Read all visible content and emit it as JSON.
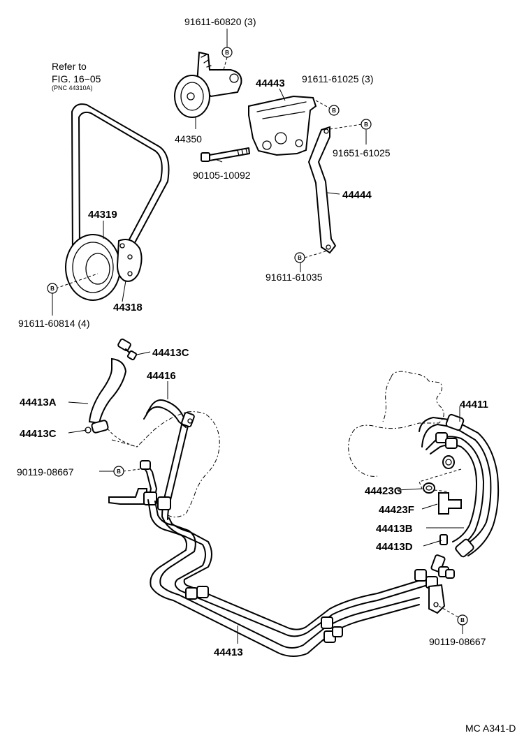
{
  "labels": {
    "bolt_60820": "91611-60820 (3)",
    "refer_line1": "Refer to",
    "refer_line2": "FIG. 16−05",
    "refer_line3": "(PNC 44310A)",
    "idler_44350": "44350",
    "bracket_44443": "44443",
    "bolt_61025": "91611-61025 (3)",
    "bolt_90105": "90105-10092",
    "bolt_91651": "91651-61025",
    "stay_44444": "44444",
    "pulley_44319": "44319",
    "bolt_61035": "91611-61035",
    "flange_44318": "44318",
    "bolt_60814": "91611-60814 (4)",
    "hose_44413C_top": "44413C",
    "hose_44413A": "44413A",
    "tube_44416": "44416",
    "hose_44413C_mid": "44413C",
    "bolt_08667_left": "90119-08667",
    "hose_44411": "44411",
    "gasket_44423G": "44423G",
    "union_44423F": "44423F",
    "hose_44413B": "44413B",
    "hose_44413D": "44413D",
    "tube_44413": "44413",
    "bolt_08667_right": "90119-08667",
    "diagram_code": "MC A341-D"
  },
  "marker": "B"
}
